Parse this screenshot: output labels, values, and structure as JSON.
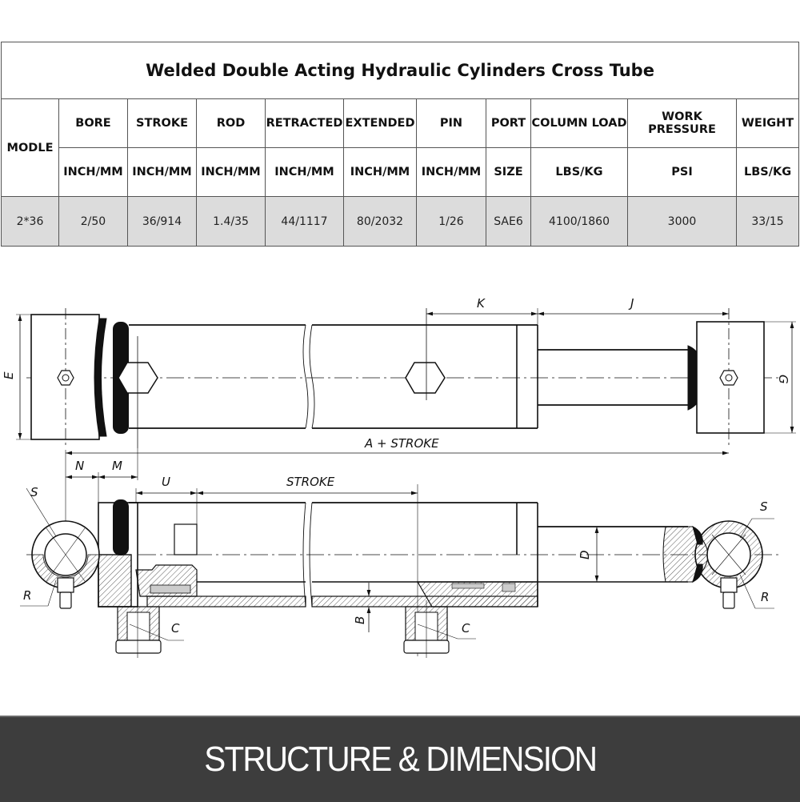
{
  "table": {
    "title": "Welded Double Acting Hydraulic Cylinders Cross Tube",
    "model_header": "MODLE",
    "columns": [
      {
        "name": "BORE",
        "unit": "INCH/MM"
      },
      {
        "name": "STROKE",
        "unit": "INCH/MM"
      },
      {
        "name": "ROD",
        "unit": "INCH/MM"
      },
      {
        "name": "RETRACTED",
        "unit": "INCH/MM"
      },
      {
        "name": "EXTENDED",
        "unit": "INCH/MM"
      },
      {
        "name": "PIN",
        "unit": "INCH/MM"
      },
      {
        "name": "PORT",
        "unit": "SIZE"
      },
      {
        "name": "COLUMN LOAD",
        "unit": "LBS/KG"
      },
      {
        "name": "WORK PRESSURE",
        "unit": "PSI"
      },
      {
        "name": "WEIGHT",
        "unit": "LBS/KG"
      }
    ],
    "rows": [
      {
        "model": "2*36",
        "values": [
          "2/50",
          "36/914",
          "1.4/35",
          "44/1117",
          "80/2032",
          "1/26",
          "SAE6",
          "4100/1860",
          "3000",
          "33/15"
        ]
      }
    ]
  },
  "drawing": {
    "labels": {
      "E": "E",
      "G": "G",
      "K": "K",
      "J": "J",
      "a_stroke": "A + STROKE",
      "N": "N",
      "M": "M",
      "U": "U",
      "stroke": "STROKE",
      "S": "S",
      "R": "R",
      "C": "C",
      "B": "B",
      "D": "D"
    }
  },
  "banner": {
    "text": "STRUCTURE & DIMENSION",
    "background": "#3d3d3d"
  }
}
